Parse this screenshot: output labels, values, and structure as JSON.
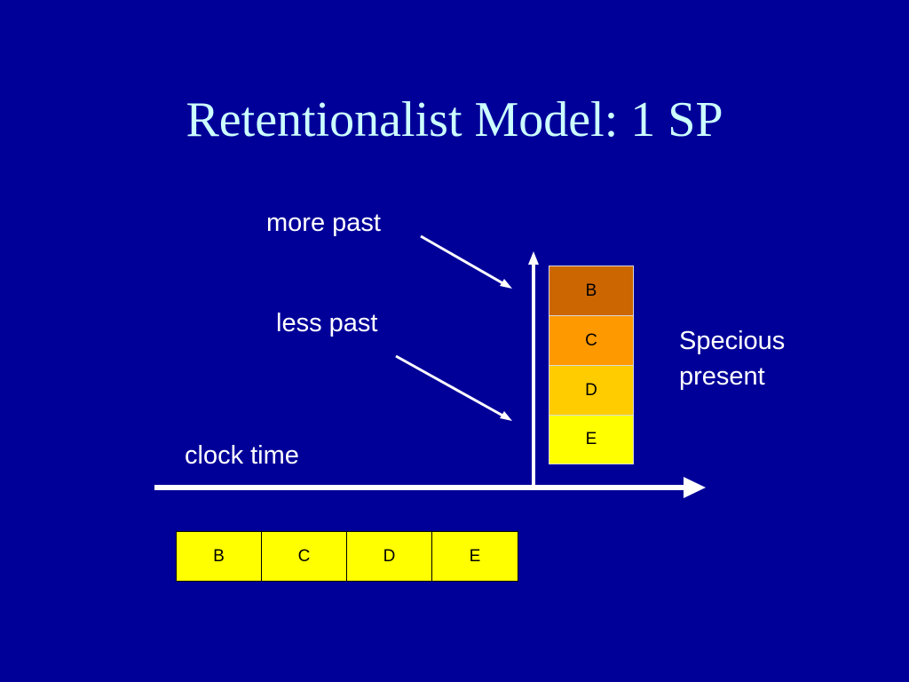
{
  "slide": {
    "title": "Retentionalist Model: 1 SP",
    "labels": {
      "more_past": "more past",
      "less_past": "less past",
      "clock_time": "clock time",
      "specious_line1": "Specious",
      "specious_line2": "present"
    },
    "specious_stack": [
      {
        "label": "B",
        "color": "#CC6600"
      },
      {
        "label": "C",
        "color": "#FF9900"
      },
      {
        "label": "D",
        "color": "#FFCC00"
      },
      {
        "label": "E",
        "color": "#FFFF00"
      }
    ],
    "clock_row": [
      {
        "label": "B"
      },
      {
        "label": "C"
      },
      {
        "label": "D"
      },
      {
        "label": "E"
      }
    ],
    "colors": {
      "background": "#000099",
      "title": "#CCFFFF",
      "text": "#FFFFFF",
      "axis": "#FFFFFF",
      "row_fill": "#FFFF00"
    }
  }
}
